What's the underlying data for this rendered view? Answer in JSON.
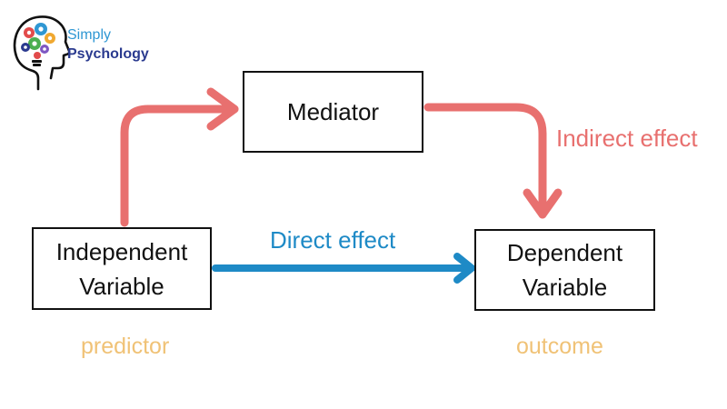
{
  "brand": {
    "line1": "Simply",
    "line2": "Psychology"
  },
  "nodes": {
    "mediator": {
      "label": "Mediator"
    },
    "independent": {
      "line1": "Independent",
      "line2": "Variable"
    },
    "dependent": {
      "line1": "Dependent",
      "line2": "Variable"
    }
  },
  "edges": {
    "indirect": {
      "label": "Indirect effect",
      "color": "#e8706f"
    },
    "direct": {
      "label": "Direct effect",
      "color": "#1e8ac6"
    }
  },
  "roles": {
    "predictor": "predictor",
    "outcome": "outcome",
    "color": "#f0c276"
  }
}
